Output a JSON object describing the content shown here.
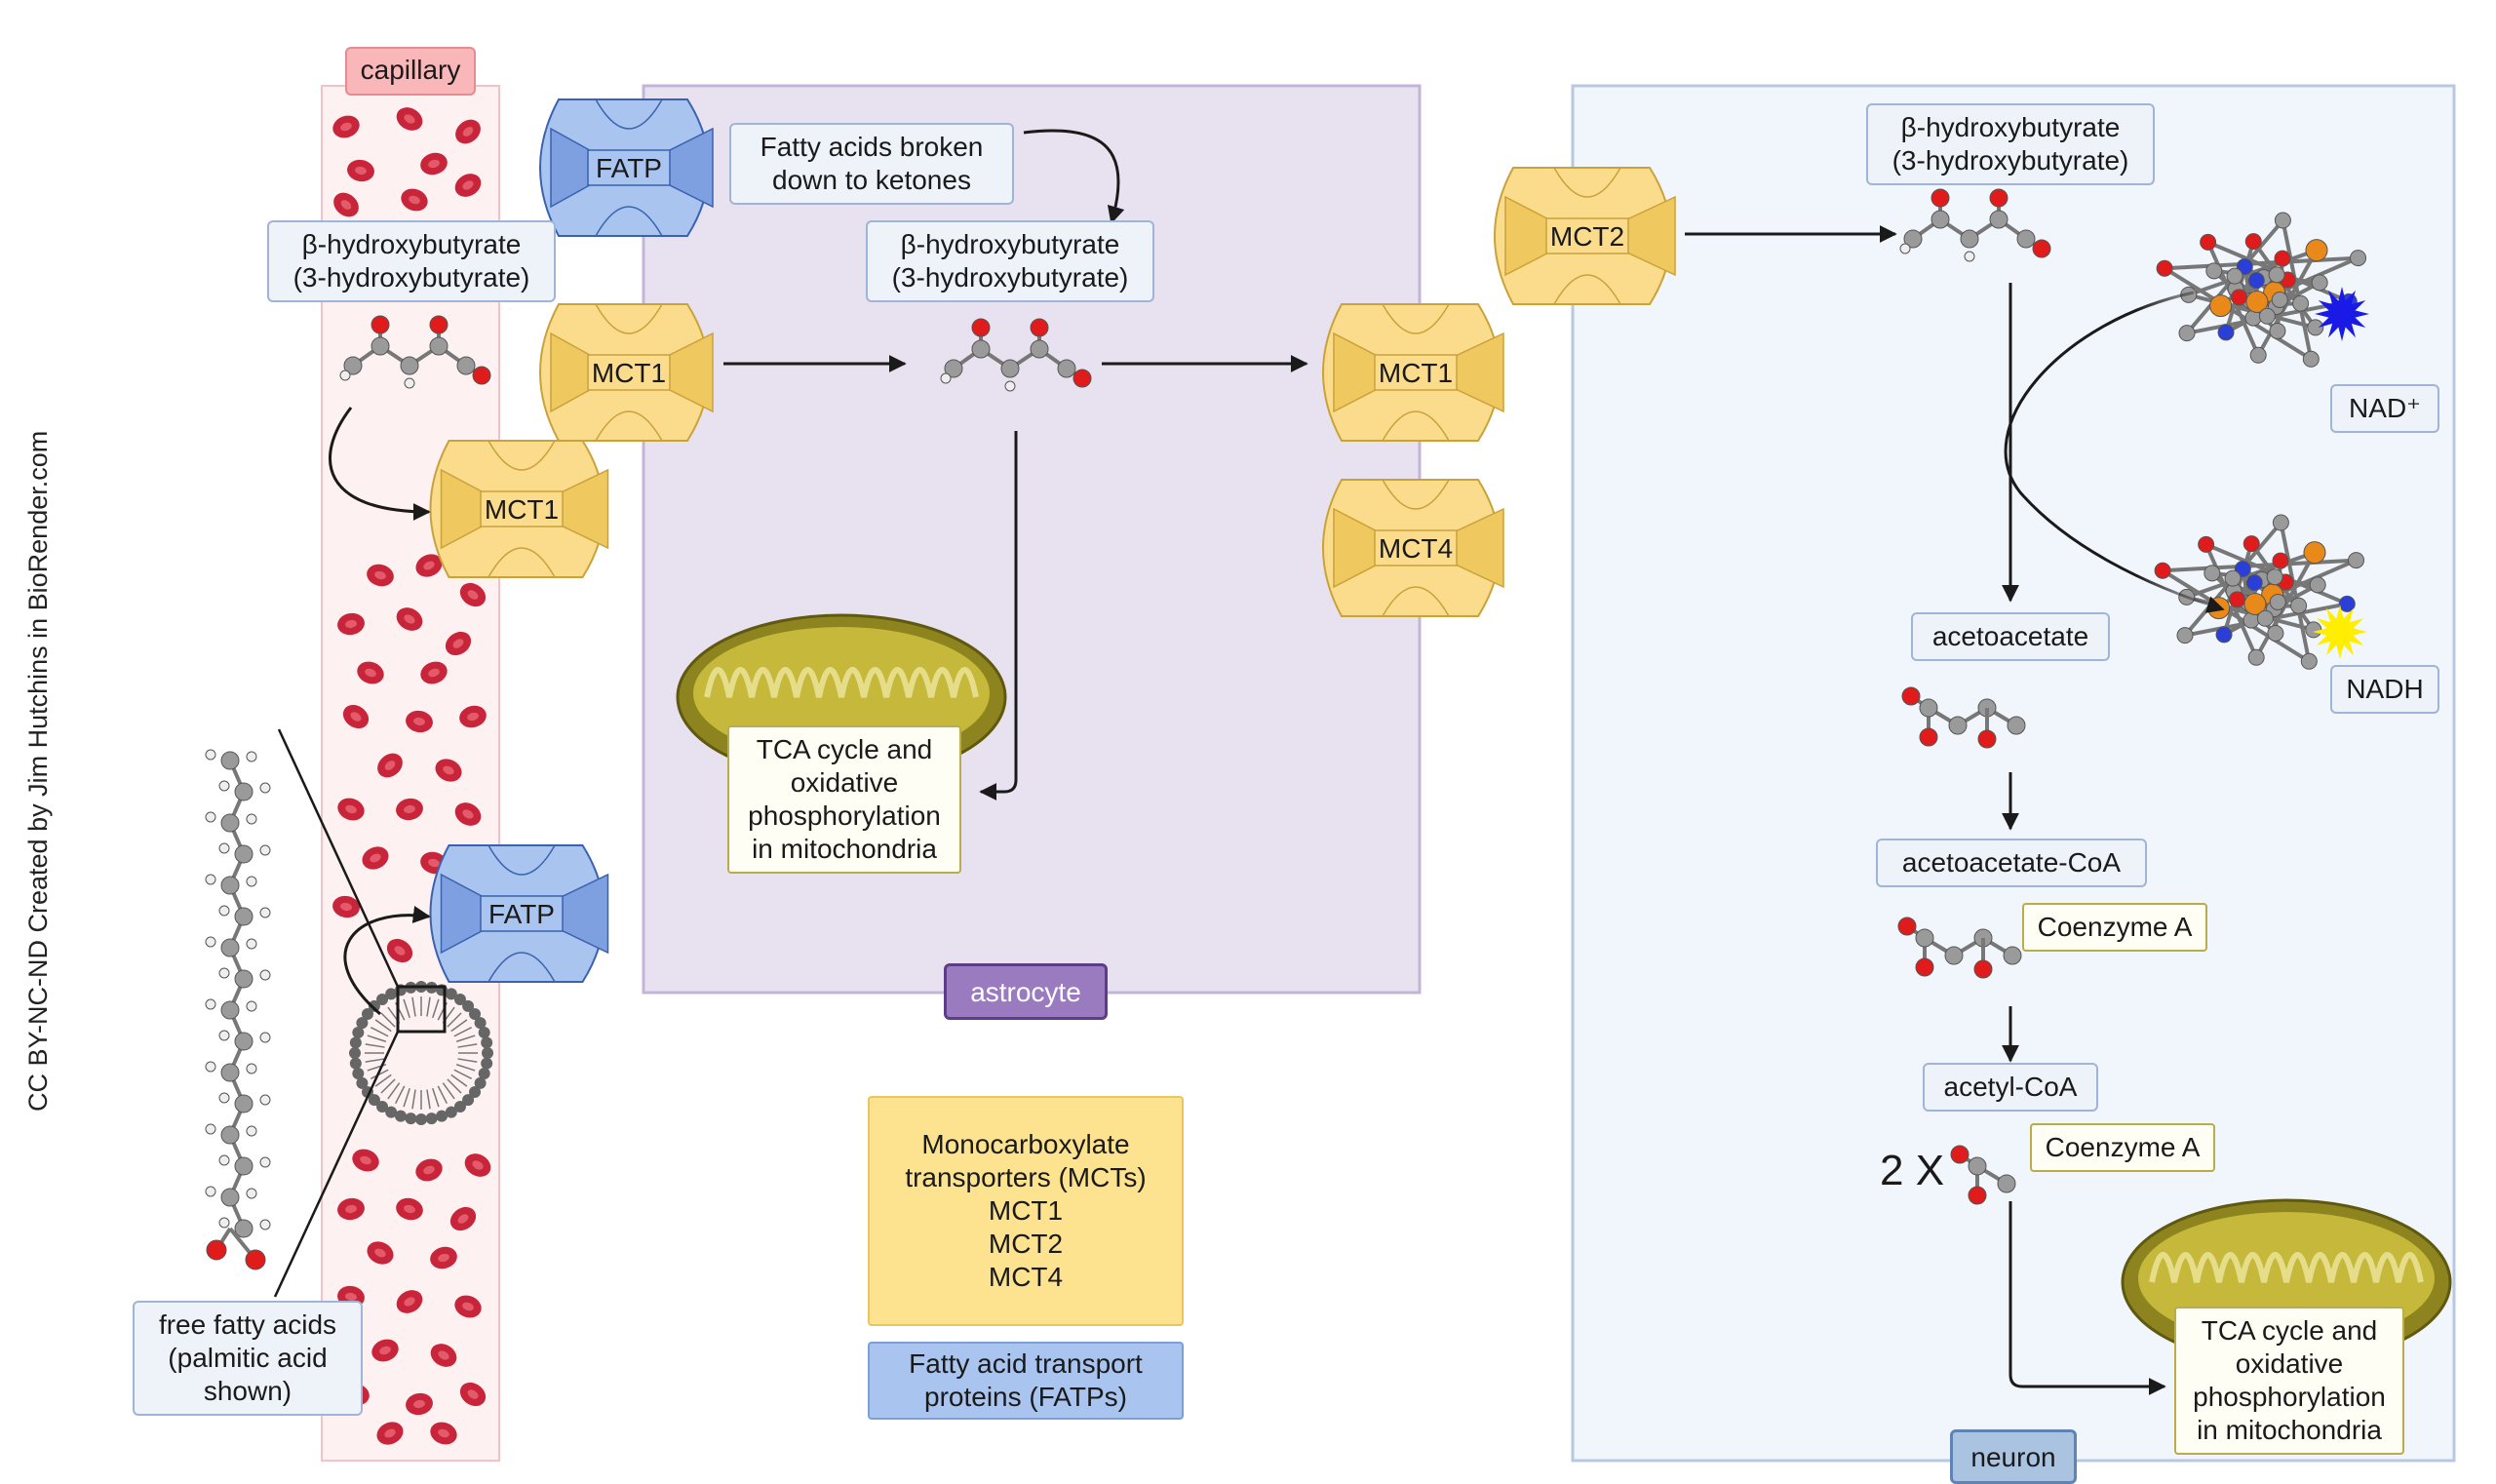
{
  "credit": "CC BY-NC-ND Created by Jim Hutchins in BioRender.com",
  "compartments": {
    "capillary": "capillary",
    "astrocyte": "astrocyte",
    "neuron": "neuron"
  },
  "transporters": {
    "fatp": "FATP",
    "mct1": "MCT1",
    "mct2": "MCT2",
    "mct4": "MCT4"
  },
  "labels": {
    "bhb_capillary": [
      "β-hydroxybutyrate",
      "(3-hydroxybutyrate)"
    ],
    "fatty_acids_broken": [
      "Fatty acids broken",
      "down to ketones"
    ],
    "bhb_astrocyte": [
      "β-hydroxybutyrate",
      "(3-hydroxybutyrate)"
    ],
    "tca_astrocyte": [
      "TCA cycle and",
      "oxidative",
      "phosphorylation",
      "in mitochondria"
    ],
    "free_fatty_acids": [
      "free fatty acids",
      "(palmitic acid",
      "shown)"
    ],
    "bhb_neuron": [
      "β-hydroxybutyrate",
      "(3-hydroxybutyrate)"
    ],
    "nad_plus": "NAD⁺",
    "nadh": "NADH",
    "acetoacetate": "acetoacetate",
    "acetoacetate_coa": "acetoacetate-CoA",
    "coenzyme_a_1": "Coenzyme A",
    "acetyl_coa": "acetyl-CoA",
    "two_x": "2 X",
    "coenzyme_a_2": "Coenzyme A",
    "tca_neuron": [
      "TCA cycle and",
      "oxidative",
      "phosphorylation",
      "in mitochondria"
    ]
  },
  "legend": {
    "mct": [
      "Monocarboxylate",
      "transporters (MCTs)",
      "MCT1",
      "MCT2",
      "MCT4"
    ],
    "fatp": [
      "Fatty acid transport",
      "proteins (FATPs)"
    ]
  },
  "colors": {
    "capillary_fill": "#fdf1f1",
    "capillary_tag": "#f9b7b9",
    "red_cell": "#c8243a",
    "astrocyte_fill": "#e8e2f0",
    "astrocyte_tag": "#9a7bc0",
    "neuron_fill": "#f1f5fc",
    "neuron_tag": "#a9c3e0",
    "mct_fill": "#fbdc8c",
    "fatp_fill": "#a9c4ef",
    "mito_fill": "#c5b83a",
    "oxygen_atom": "#e01b1b",
    "carbon_atom": "#9a9a9a",
    "phosphorus_atom": "#e8891a",
    "nitrogen_atom": "#2a3fd8"
  }
}
